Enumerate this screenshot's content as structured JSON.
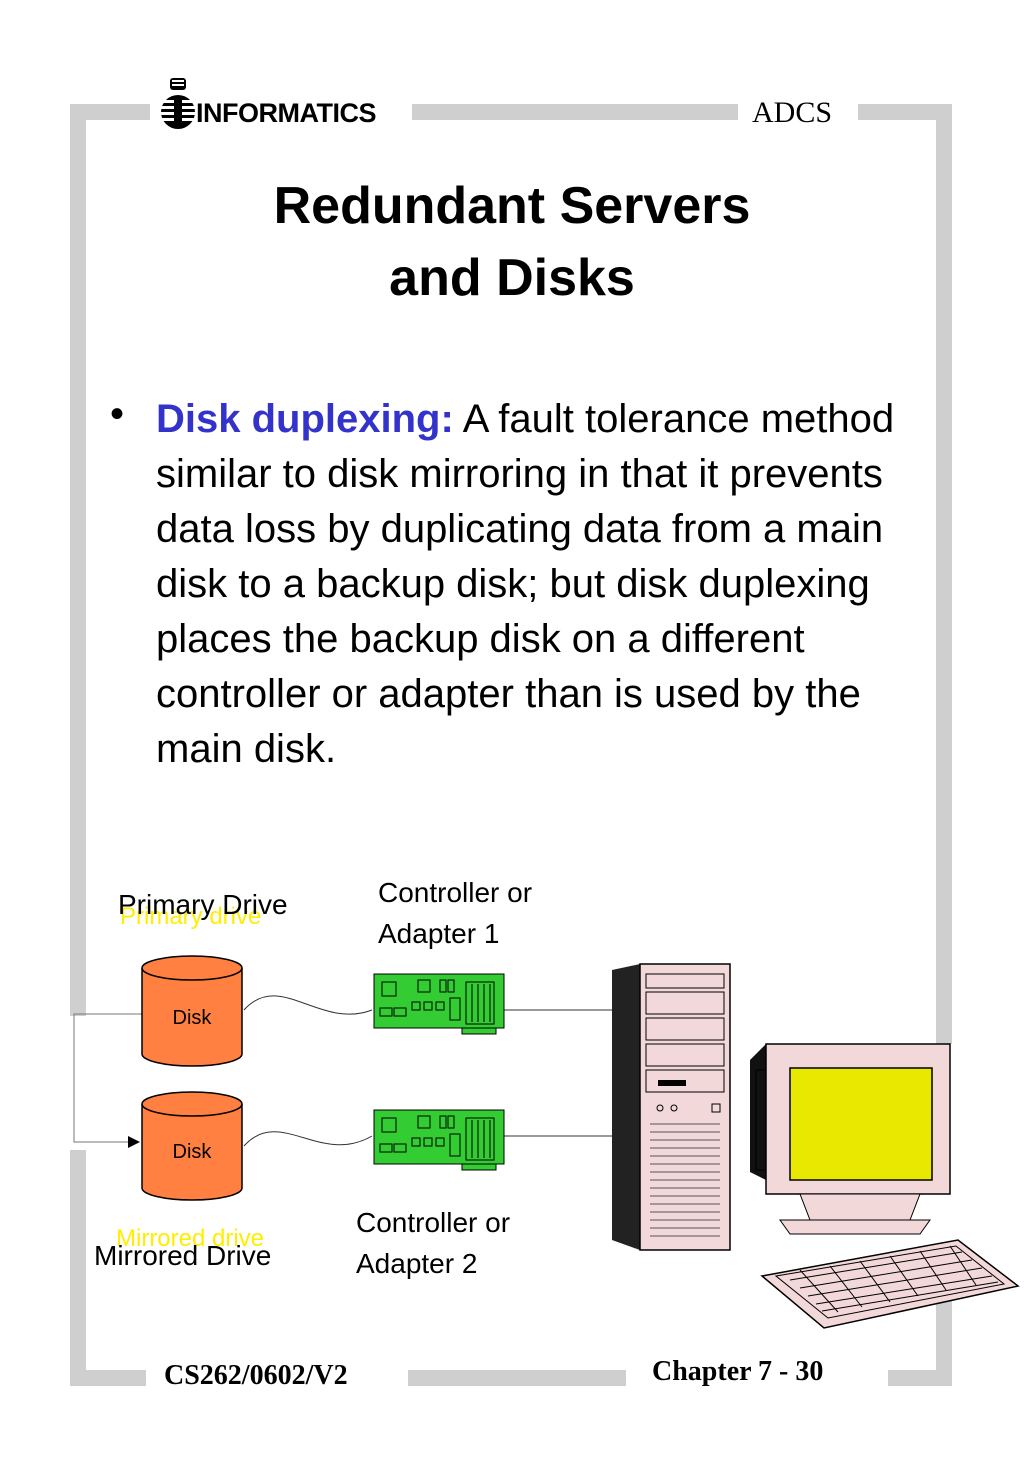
{
  "header": {
    "logo_text": "INFORMATICS",
    "course_code": "ADCS"
  },
  "slide": {
    "title_line1": "Redundant Servers",
    "title_line2": "and Disks",
    "bullet": "•",
    "term": "Disk duplexing:",
    "definition": " A fault tolerance method similar to disk mirroring in that it prevents data loss by duplicating data from a main disk to a backup disk; but disk duplexing places the backup disk on a different controller or adapter than is used by the main disk."
  },
  "diagram": {
    "primary_label": "Primary Drive",
    "primary_ghost": "Primary drive",
    "mirrored_label": "Mirrored Drive",
    "mirrored_ghost": "Mirrored drive",
    "controller1_line1": "Controller or",
    "controller1_line2": "Adapter 1",
    "controller2_line1": "Controller or",
    "controller2_line2": "Adapter 2",
    "disk1_label": "Disk",
    "disk2_label": "Disk"
  },
  "footer": {
    "left": "CS262/0602/V2",
    "right": "Chapter 7 - 30"
  },
  "colors": {
    "frame": "#cfcfcf",
    "term": "#3333cc",
    "disk": "#ff8040",
    "card": "#33cc33",
    "screen": "#e8e800",
    "case": "#f2d8d8"
  }
}
